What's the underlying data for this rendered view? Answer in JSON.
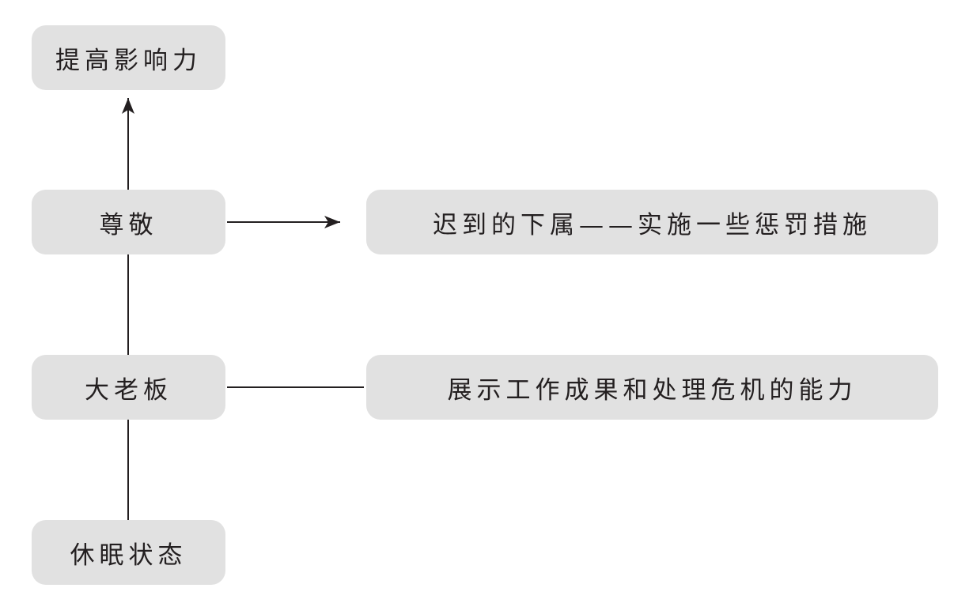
{
  "nodes": {
    "influence": "提高影响力",
    "respect": "尊敬",
    "boss": "大老板",
    "sleep": "休眠状态",
    "late_subordinate": "迟到的下属——实施一些惩罚措施",
    "show_ability": "展示工作成果和处理危机的能力"
  },
  "colors": {
    "node_fill": "#e1e1e1",
    "line": "#231f20",
    "text": "#231f20"
  }
}
